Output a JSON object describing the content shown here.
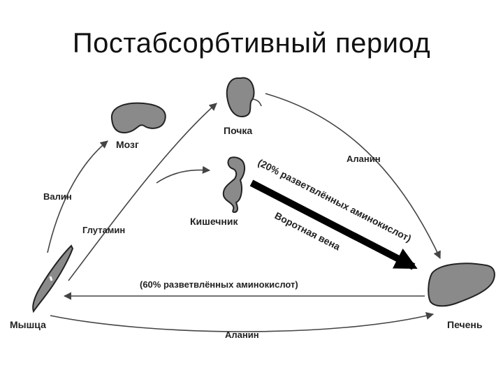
{
  "title": "Постабсорбтивный период",
  "organs": {
    "brain": "Мозг",
    "kidney": "Почка",
    "intestine": "Кишечник",
    "muscle": "Мышца",
    "liver": "Печень"
  },
  "flows": {
    "valine": "Валин",
    "glutamine": "Глутамин",
    "alanine_top": "Аланин",
    "alanine_bottom": "Аланин",
    "percent_20": "(20% разветвлённых аминокислот)",
    "portal_vein": "Воротная вена",
    "percent_60": "(60% разветвлённых аминокислот)"
  },
  "colors": {
    "organ_fill": "#8a8a8a",
    "outline": "#222222"
  }
}
